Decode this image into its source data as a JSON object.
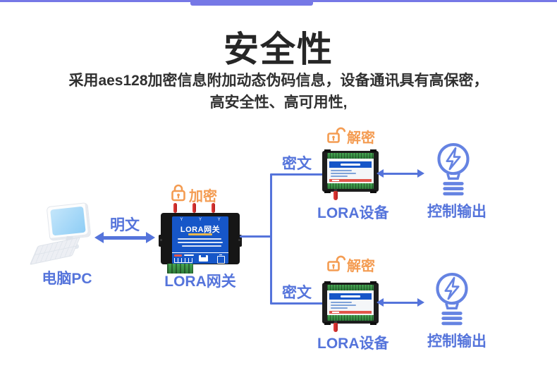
{
  "page": {
    "title": "安全性",
    "subtitle_lines": [
      "采用aes128加密信息附加动态伪码信息，设备通讯具有高保密，",
      "高安全性、高可用性,"
    ]
  },
  "colors": {
    "top_accent": "#7678E6",
    "label_blue": "#5574DB",
    "label_orange": "#F49C52",
    "device_panel_blue": "#1656C8",
    "terminal_green": "#3E9E4C",
    "antenna_red": "#D6302E",
    "title_text": "#262626"
  },
  "diagram": {
    "pc": {
      "label": "电脑PC"
    },
    "link_pc_gateway": {
      "label": "明文"
    },
    "gateway": {
      "encrypt_label": "加密",
      "panel_title": "LORA网关",
      "label": "LORA网关"
    },
    "branches": [
      {
        "cipher_label": "密文",
        "decrypt_label": "解密",
        "device_label": "LORA设备",
        "output_label": "控制输出"
      },
      {
        "cipher_label": "密文",
        "decrypt_label": "解密",
        "device_label": "LORA设备",
        "output_label": "控制输出"
      }
    ]
  },
  "icons": {
    "lock_closed": "closed padlock outline — encryption",
    "lock_open": "open padlock outline — decryption",
    "bulb_lightning": "light bulb with lightning bolt — control output",
    "desktop_pc": "desktop computer with keyboard",
    "gateway_device": "LORA gateway module with three red antennas",
    "io_device": "LORA I/O module with red antenna"
  }
}
